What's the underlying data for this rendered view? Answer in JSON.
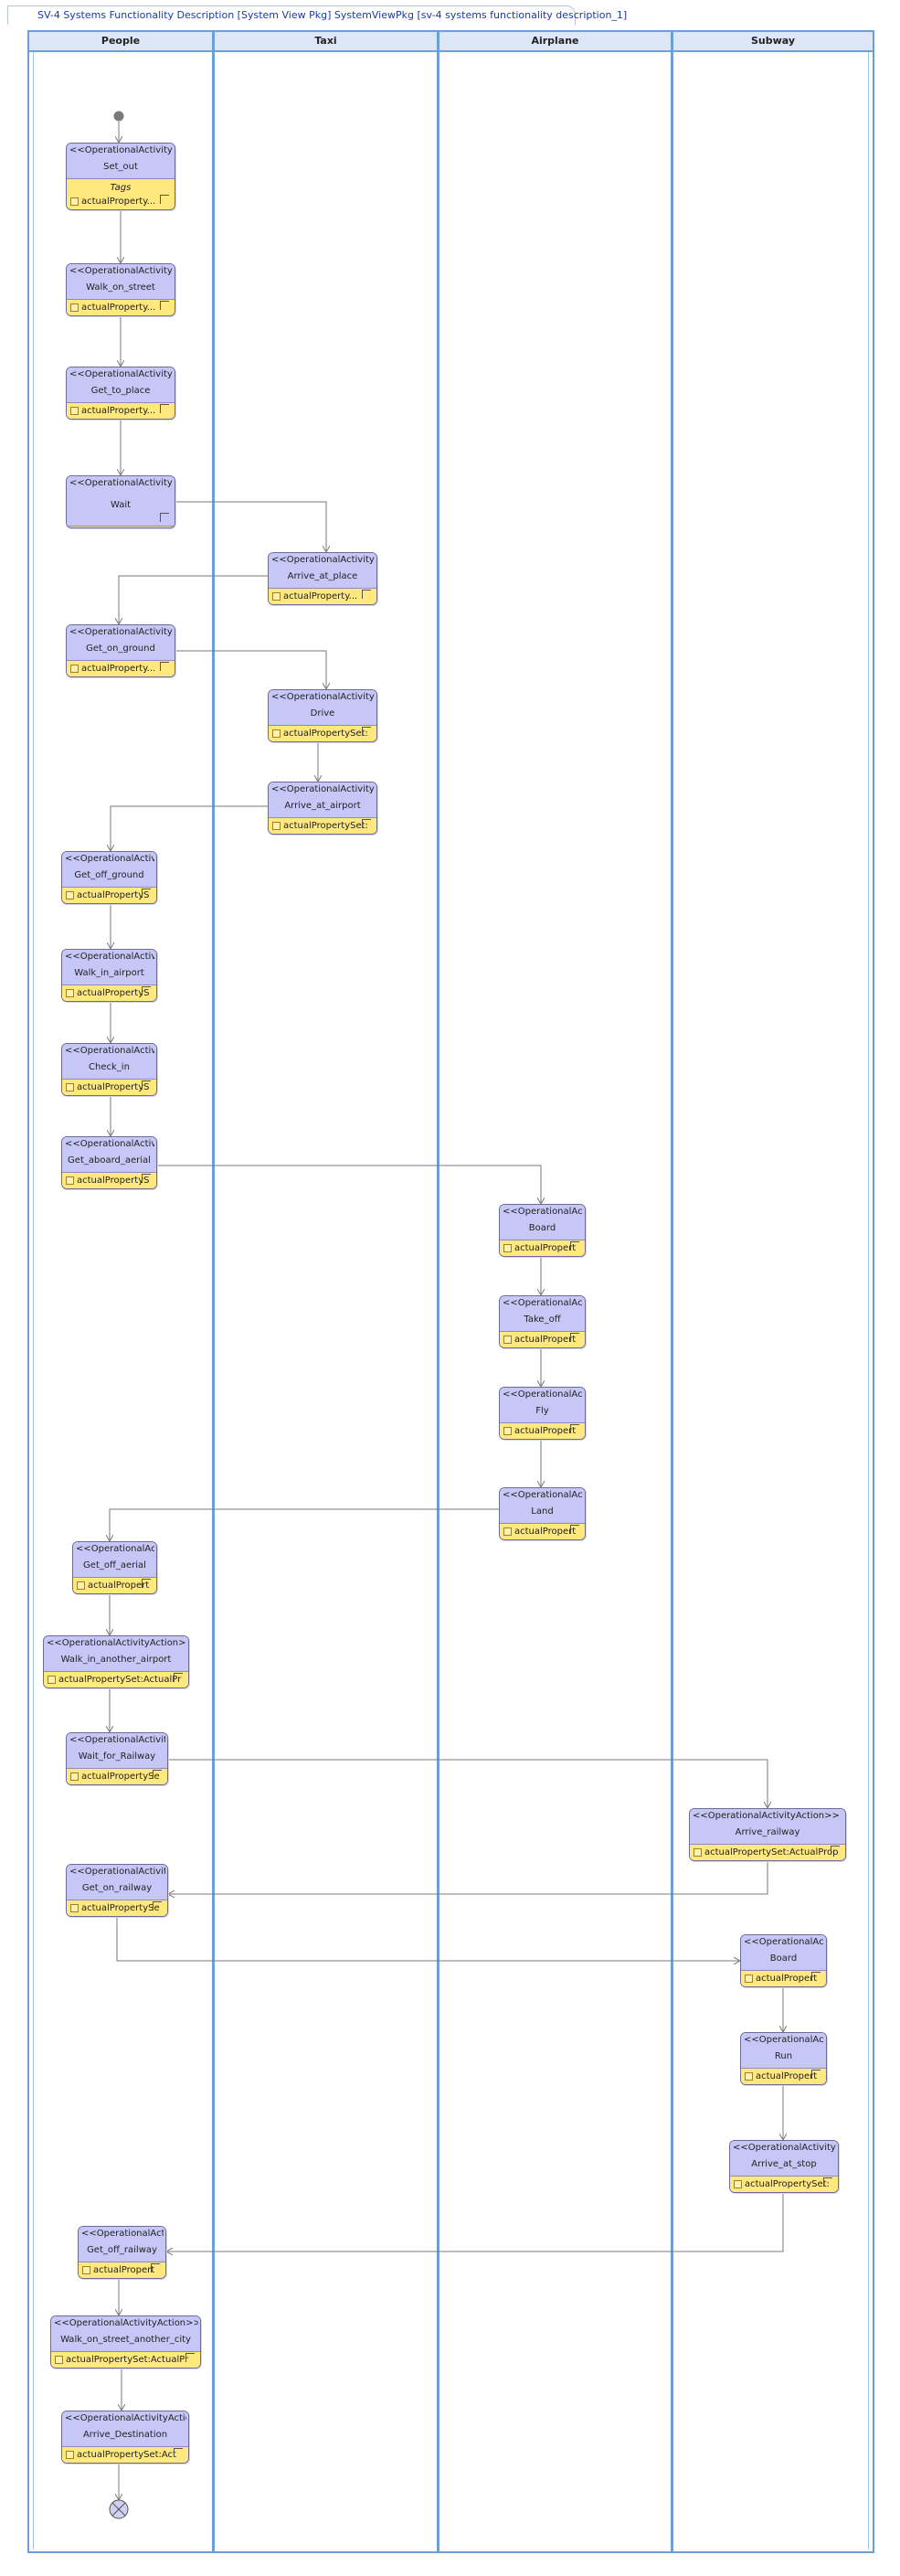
{
  "diagram_title": "SV-4 Systems Functionality Description [System View Pkg] SystemViewPkg [sv-4 systems functionality description_1]",
  "lanes": [
    {
      "id": "people",
      "label": "People"
    },
    {
      "id": "taxi",
      "label": "Taxi"
    },
    {
      "id": "airplane",
      "label": "Airplane"
    },
    {
      "id": "subway",
      "label": "Subway"
    }
  ],
  "nodes": [
    {
      "id": "set_out",
      "stereotype": "<<OperationalActivityA",
      "name": "Set_out",
      "tag": "Tags",
      "prop": "actualProperty..."
    },
    {
      "id": "walk_on_street",
      "stereotype": "<<OperationalActivityA",
      "name": "Walk_on_street",
      "prop": "actualProperty..."
    },
    {
      "id": "get_to_place",
      "stereotype": "<<OperationalActivityA",
      "name": "Get_to_place",
      "prop": "actualProperty..."
    },
    {
      "id": "wait",
      "stereotype": "<<OperationalActivityA",
      "name": "Wait",
      "prop": ""
    },
    {
      "id": "arrive_at_place",
      "stereotype": "<<OperationalActivityA",
      "name": "Arrive_at_place",
      "prop": "actualProperty..."
    },
    {
      "id": "get_on_ground",
      "stereotype": "<<OperationalActivityA",
      "name": "Get_on_ground",
      "prop": "actualProperty..."
    },
    {
      "id": "drive",
      "stereotype": "<<OperationalActivityA",
      "name": "Drive",
      "prop": "actualPropertySet:"
    },
    {
      "id": "arrive_at_airport",
      "stereotype": "<<OperationalActivityA",
      "name": "Arrive_at_airport",
      "prop": "actualPropertySet:"
    },
    {
      "id": "get_off_ground",
      "stereotype": "<<OperationalActivi",
      "name": "Get_off_ground",
      "prop": "actualPropertyS"
    },
    {
      "id": "walk_in_airport",
      "stereotype": "<<OperationalActivi",
      "name": "Walk_in_airport",
      "prop": "actualPropertyS"
    },
    {
      "id": "check_in",
      "stereotype": "<<OperationalActivi",
      "name": "Check_in",
      "prop": "actualPropertyS"
    },
    {
      "id": "get_aboard_aerial",
      "stereotype": "<<OperationalActivi",
      "name": "Get_aboard_aerial",
      "prop": "actualPropertyS"
    },
    {
      "id": "board_air",
      "stereotype": "<<OperationalAct",
      "name": "Board",
      "prop": "actualPropert"
    },
    {
      "id": "take_off",
      "stereotype": "<<OperationalAct",
      "name": "Take_off",
      "prop": "actualPropert"
    },
    {
      "id": "fly",
      "stereotype": "<<OperationalAct",
      "name": "Fly",
      "prop": "actualPropert"
    },
    {
      "id": "land",
      "stereotype": "<<OperationalAct",
      "name": "Land",
      "prop": "actualPropert"
    },
    {
      "id": "get_off_aerial",
      "stereotype": "<<OperationalAct",
      "name": "Get_off_aerial",
      "prop": "actualPropert"
    },
    {
      "id": "walk_in_another_airport",
      "stereotype": "<<OperationalActivityAction>>",
      "name": "Walk_in_another_airport",
      "prop": "actualPropertySet:ActualPr"
    },
    {
      "id": "wait_for_railway",
      "stereotype": "<<OperationalActivit",
      "name": "Wait_for_Railway",
      "prop": "actualPropertySe"
    },
    {
      "id": "arrive_railway",
      "stereotype": "<<OperationalActivityAction>>",
      "name": "Arrive_railway",
      "prop": "actualPropertySet:ActualProp"
    },
    {
      "id": "get_on_railway",
      "stereotype": "<<OperationalActivit",
      "name": "Get_on_railway",
      "prop": "actualPropertySe"
    },
    {
      "id": "board_sub",
      "stereotype": "<<OperationalAct",
      "name": "Board",
      "prop": "actualPropert"
    },
    {
      "id": "run",
      "stereotype": "<<OperationalAct",
      "name": "Run",
      "prop": "actualPropert"
    },
    {
      "id": "arrive_at_stop",
      "stereotype": "<<OperationalActivityA",
      "name": "Arrive_at_stop",
      "prop": "actualPropertySet:"
    },
    {
      "id": "get_off_railway",
      "stereotype": "<<OperationalAct",
      "name": "Get_off_railway",
      "prop": "actualPropert"
    },
    {
      "id": "walk_on_street_another_city",
      "stereotype": "<<OperationalActivityAction>>",
      "name": "Walk_on_street_another_city",
      "prop": "actualPropertySet:ActualPr"
    },
    {
      "id": "arrive_destination",
      "stereotype": "<<OperationalActivityActio",
      "name": "Arrive_Destination",
      "prop": "actualPropertySet:Act"
    }
  ],
  "flows": [
    [
      "initial",
      "set_out"
    ],
    [
      "set_out",
      "walk_on_street"
    ],
    [
      "walk_on_street",
      "get_to_place"
    ],
    [
      "get_to_place",
      "wait"
    ],
    [
      "wait",
      "arrive_at_place"
    ],
    [
      "arrive_at_place",
      "get_on_ground"
    ],
    [
      "get_on_ground",
      "drive"
    ],
    [
      "drive",
      "arrive_at_airport"
    ],
    [
      "arrive_at_airport",
      "get_off_ground"
    ],
    [
      "get_off_ground",
      "walk_in_airport"
    ],
    [
      "walk_in_airport",
      "check_in"
    ],
    [
      "check_in",
      "get_aboard_aerial"
    ],
    [
      "get_aboard_aerial",
      "board_air"
    ],
    [
      "board_air",
      "take_off"
    ],
    [
      "take_off",
      "fly"
    ],
    [
      "fly",
      "land"
    ],
    [
      "land",
      "get_off_aerial"
    ],
    [
      "get_off_aerial",
      "walk_in_another_airport"
    ],
    [
      "walk_in_another_airport",
      "wait_for_railway"
    ],
    [
      "wait_for_railway",
      "arrive_railway"
    ],
    [
      "arrive_railway",
      "get_on_railway"
    ],
    [
      "get_on_railway",
      "board_sub"
    ],
    [
      "board_sub",
      "run"
    ],
    [
      "run",
      "arrive_at_stop"
    ],
    [
      "arrive_at_stop",
      "get_off_railway"
    ],
    [
      "get_off_railway",
      "walk_on_street_another_city"
    ],
    [
      "walk_on_street_another_city",
      "arrive_destination"
    ],
    [
      "arrive_destination",
      "final"
    ]
  ],
  "colors": {
    "header_fill": "#c7c7f7",
    "property_fill": "#ffe97f",
    "lane_border": "#6a9fd8",
    "flow": "#7a7a7a"
  }
}
